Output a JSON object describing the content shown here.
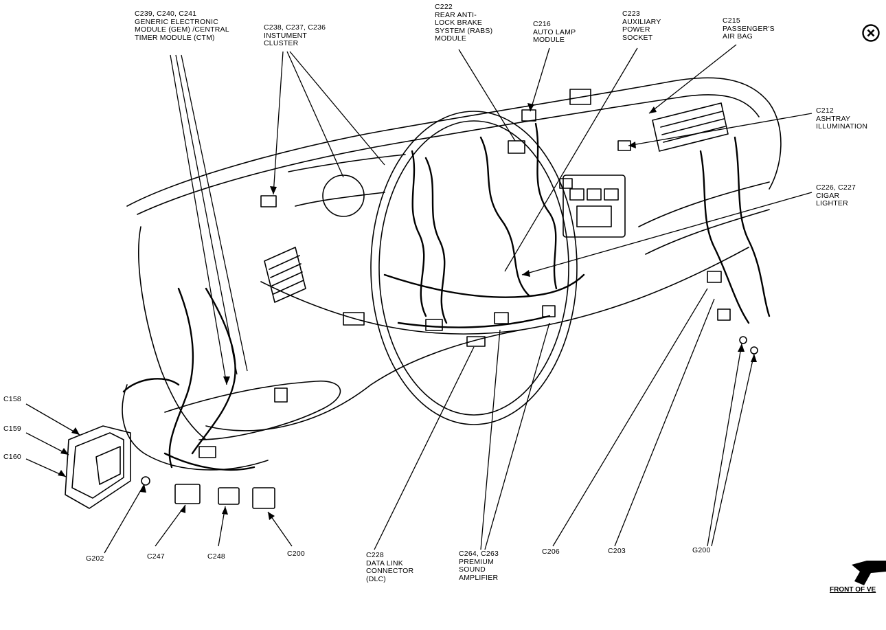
{
  "close_icon": "close-circle-icon",
  "labels": {
    "c239": "C239, C240, C241\nGENERIC ELECTRONIC\nMODULE (GEM) /CENTRAL\nTIMER MODULE (CTM)",
    "c238": "C238, C237, C236\nINSTUMENT\nCLUSTER",
    "c222": "C222\nREAR ANTI-\nLOCK BRAKE\nSYSTEM (RABS)\nMODULE",
    "c216": "C216\nAUTO LAMP\nMODULE",
    "c223": "C223\nAUXILIARY\nPOWER\nSOCKET",
    "c215": "C215\nPASSENGER'S\nAIR BAG",
    "c212": "C212\nASHTRAY\nILLUMINATION",
    "c226": "C226, C227\nCIGAR\nLIGHTER",
    "c158": "C158",
    "c159": "C159",
    "c160": "C160",
    "g202": "G202",
    "c247": "C247",
    "c248": "C248",
    "c200": "C200",
    "c228": "C228\nDATA LINK\nCONNECTOR\n(DLC)",
    "c264": "C264, C263\nPREMIUM\nSOUND\nAMPLIFIER",
    "c206": "C206",
    "c203": "C203",
    "g200": "G200"
  },
  "front_label": "FRONT OF VE"
}
